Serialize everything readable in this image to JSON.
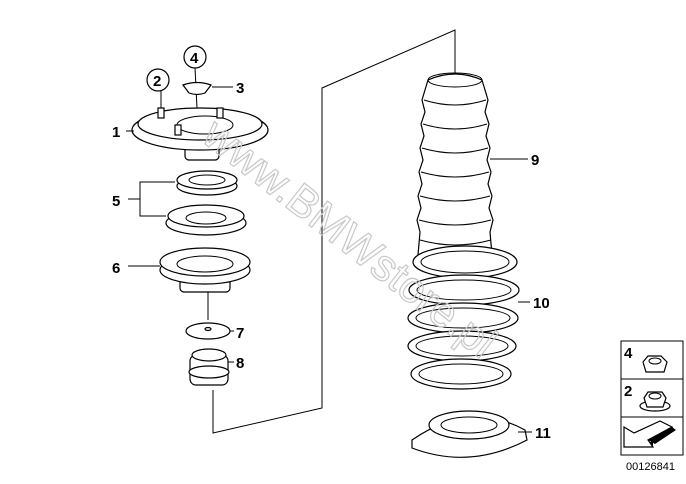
{
  "diagram": {
    "callouts": {
      "c1": "1",
      "c2": "2",
      "c3": "3",
      "c4": "4",
      "c5": "5",
      "c6": "6",
      "c7": "7",
      "c8": "8",
      "c9": "9",
      "c10": "10",
      "c11": "11"
    },
    "legend": {
      "row1_label": "4",
      "row2_label": "2"
    },
    "drawing_number": "00126841",
    "watermark": "www.BMWstore.pl"
  }
}
